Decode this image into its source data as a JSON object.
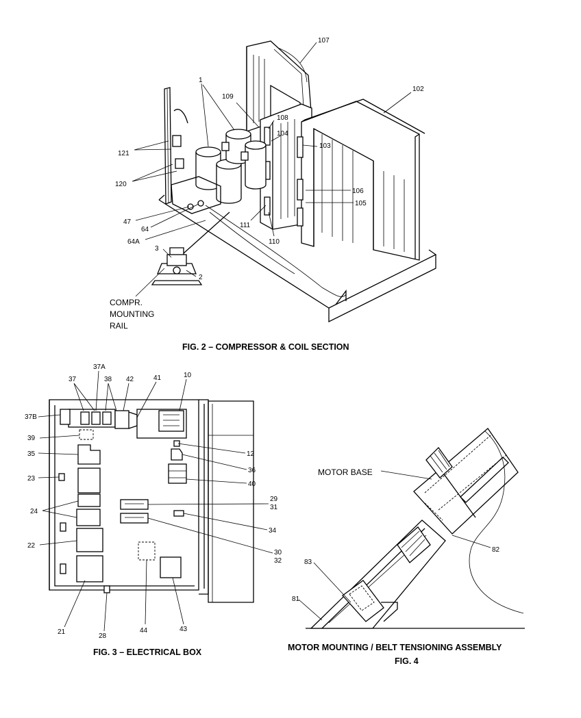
{
  "fig2": {
    "caption": "FIG. 2 – COMPRESSOR & COIL SECTION",
    "callouts": {
      "c1": "1",
      "c107": "107",
      "c102": "102",
      "c109": "109",
      "c108": "108",
      "c104": "104",
      "c103": "103",
      "c121": "121",
      "c120": "120",
      "c106": "106",
      "c105": "105",
      "c47": "47",
      "c64": "64",
      "c64a": "64A",
      "c111": "111",
      "c110": "110",
      "c3": "3",
      "c2": "2"
    },
    "rail_label": [
      "COMPR.",
      "MOUNTING",
      "RAIL"
    ]
  },
  "fig3": {
    "caption": "FIG. 3 – ELECTRICAL BOX",
    "callouts": {
      "c37": "37",
      "c37a": "37A",
      "c38": "38",
      "c42": "42",
      "c41": "41",
      "c10": "10",
      "c37b": "37B",
      "c39": "39",
      "c35": "35",
      "c12": "12",
      "c36": "36",
      "c23": "23",
      "c40": "40",
      "c24": "24",
      "c29": "29",
      "c31": "31",
      "c34": "34",
      "c22": "22",
      "c30": "30",
      "c32": "32",
      "c21": "21",
      "c28": "28",
      "c44": "44",
      "c43": "43"
    }
  },
  "fig4": {
    "caption_line1": "MOTOR MOUNTING / BELT TENSIONING ASSEMBLY",
    "caption_line2": "FIG. 4",
    "motor_base_label": "MOTOR BASE",
    "callouts": {
      "c82": "82",
      "c83": "83",
      "c81": "81"
    }
  }
}
